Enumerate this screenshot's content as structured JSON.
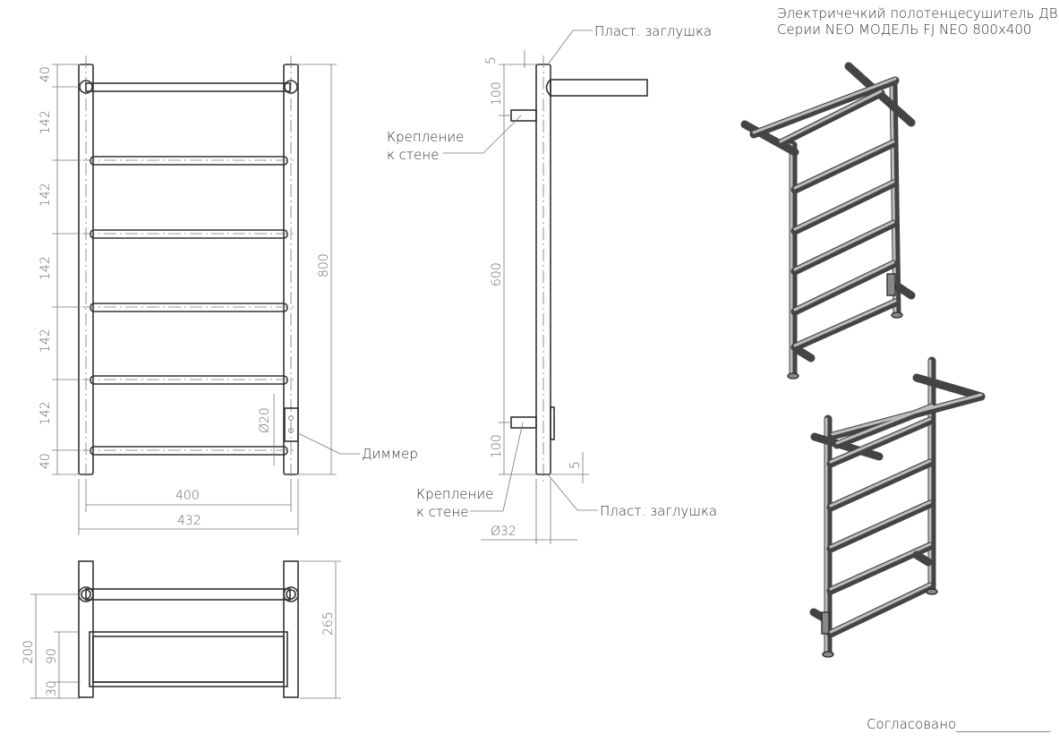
{
  "title": {
    "line1": "Электричечкий полотенцесушитель ДВИН",
    "line2": "Серии NEO МОДЕЛЬ FJ NEO 800х400"
  },
  "front_view": {
    "dims_vertical": [
      "40",
      "142",
      "142",
      "142",
      "142",
      "142",
      "40"
    ],
    "height": "800",
    "pipe_diameter": "Ø20",
    "width_inner": "400",
    "width_outer": "432",
    "dimmer_label": "Диммер"
  },
  "side_view": {
    "cap_top": "Пласт. заглушка",
    "cap_bottom": "Пласт. заглушка",
    "mount_label_1": "Крепление",
    "mount_label_2": "к стене",
    "dim_top": "5",
    "dim_100_top": "100",
    "dim_600": "600",
    "dim_100_bottom": "100",
    "dim_bottom": "5",
    "diameter": "Ø32"
  },
  "top_view": {
    "dim_200": "200",
    "dim_90": "90",
    "dim_30": "30",
    "dim_265": "265"
  },
  "approval": "Согласовано______________"
}
